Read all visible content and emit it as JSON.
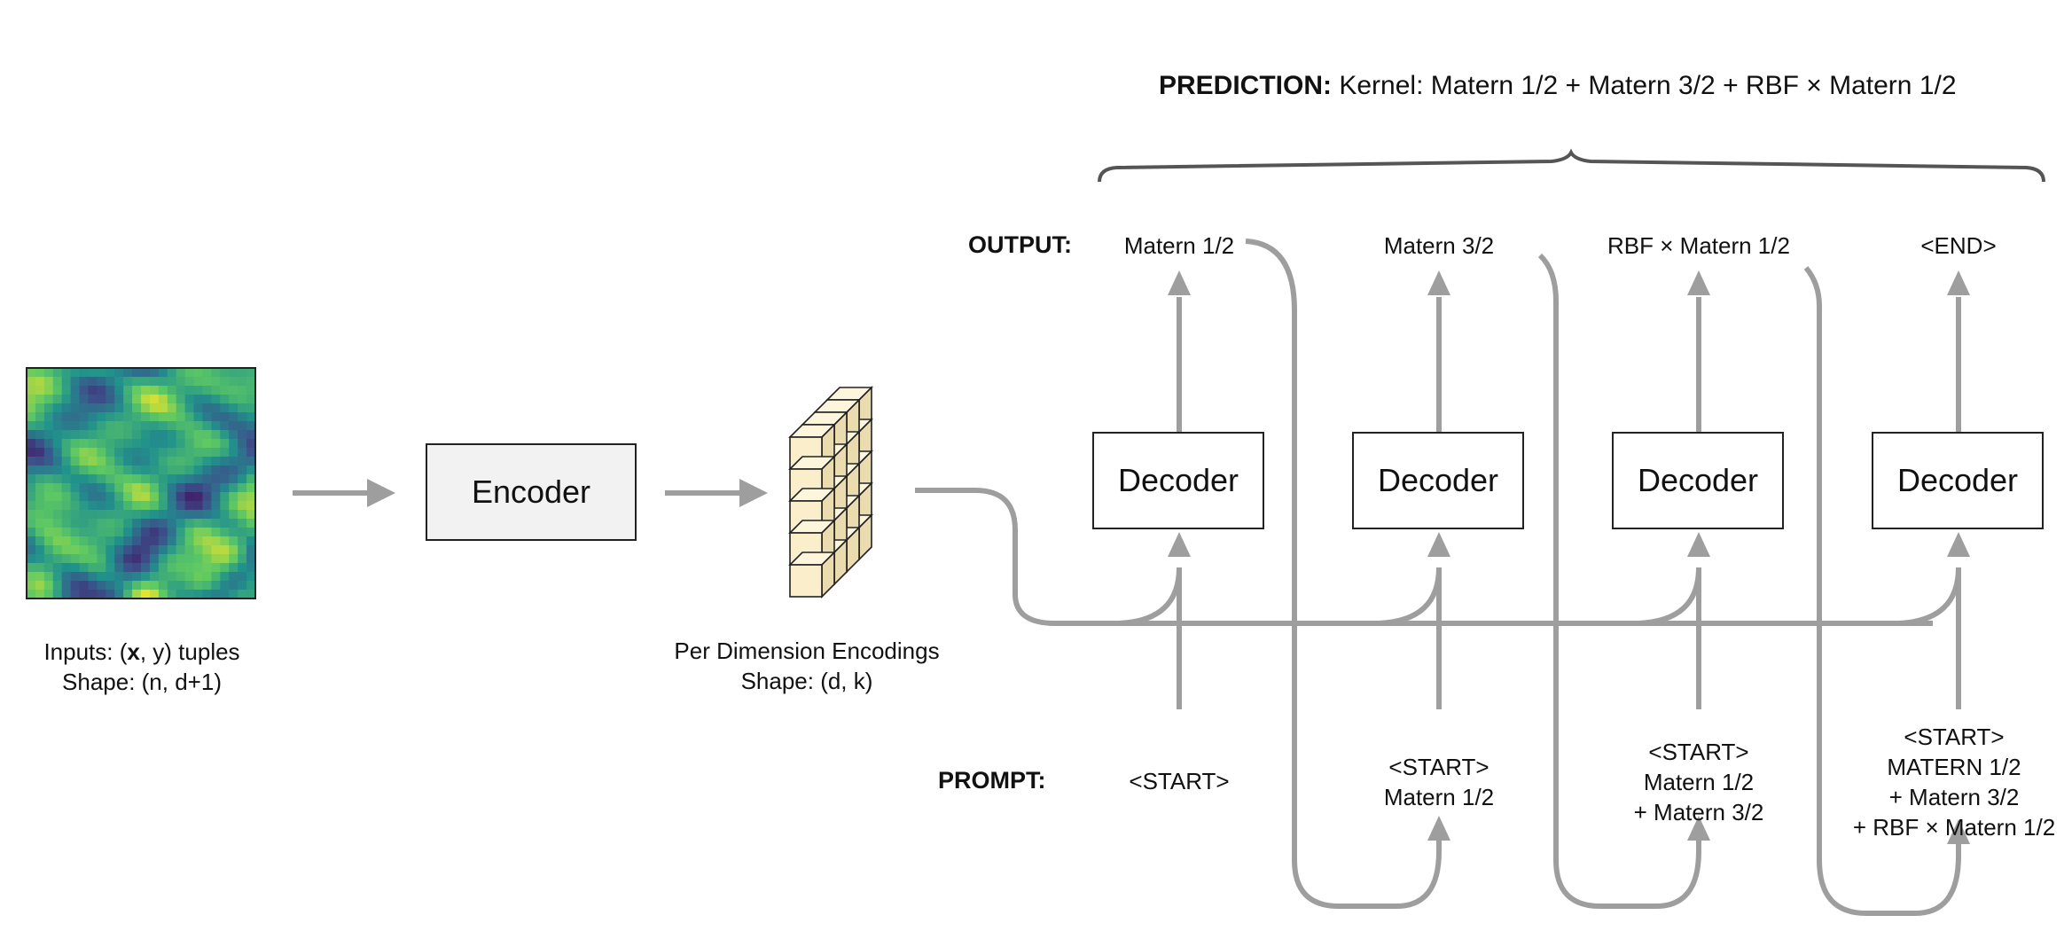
{
  "prediction": {
    "label": "PREDICTION:",
    "text": "Kernel: Matern 1/2 + Matern 3/2 + RBF × Matern 1/2"
  },
  "row_labels": {
    "output": "OUTPUT:",
    "prompt": "PROMPT:"
  },
  "input": {
    "line1_prefix": "Inputs: (",
    "line1_bold": "x",
    "line1_suffix": ", y) tuples",
    "line2": "Shape: (n, d+1)"
  },
  "encoder": {
    "label": "Encoder"
  },
  "encodings": {
    "line1": "Per Dimension Encodings",
    "line2": "Shape: (d, k)"
  },
  "decoders": [
    {
      "label": "Decoder",
      "output": "Matern 1/2",
      "prompt": "<START>"
    },
    {
      "label": "Decoder",
      "output": "Matern 3/2",
      "prompt": "<START>\nMatern 1/2"
    },
    {
      "label": "Decoder",
      "output": "RBF × Matern 1/2",
      "prompt": "<START>\nMatern 1/2\n+ Matern 3/2"
    },
    {
      "label": "Decoder",
      "output": "<END>",
      "prompt": "<START>\nMATERN 1/2\n+ Matern 3/2\n+ RBF × Matern 1/2"
    }
  ],
  "colors": {
    "arrow": "#9e9e9e",
    "brace": "#555555",
    "encoder_fill": "#f2f2f2",
    "cube_fill": "#faeecb",
    "heatmap_low": "#3b1f6e",
    "heatmap_mid": "#1f9a8a",
    "heatmap_high": "#fde725"
  },
  "icons": {
    "input_heatmap": "viridis-heatmap-image",
    "encodings": "stacked-cubes-icon"
  }
}
